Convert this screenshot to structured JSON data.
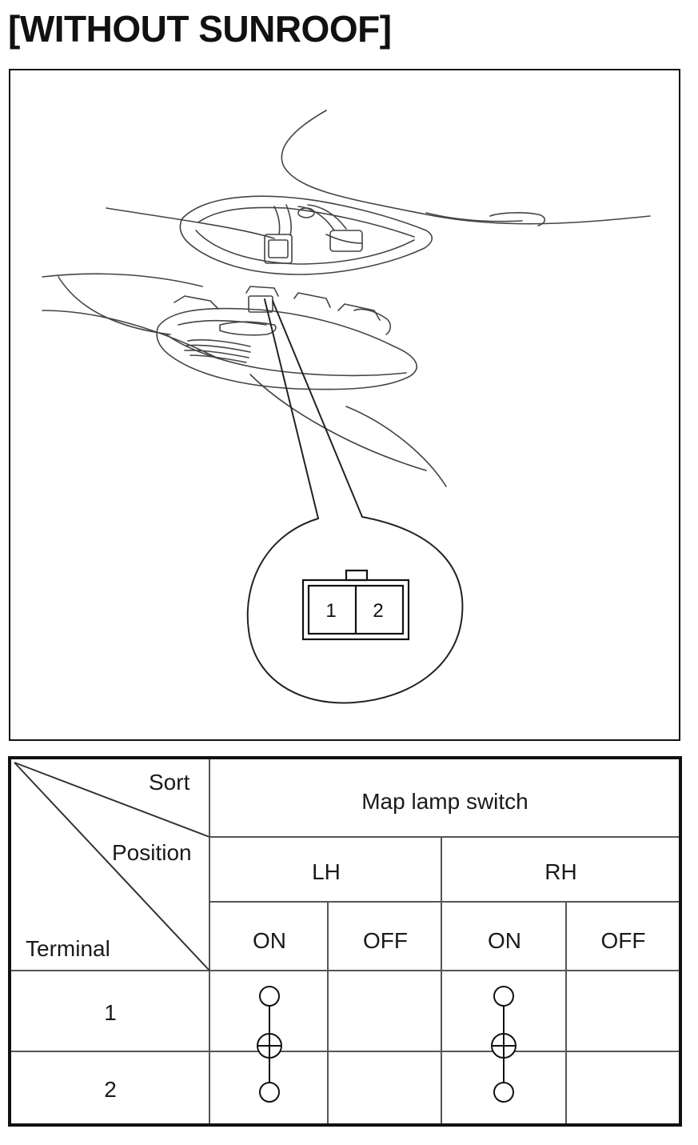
{
  "title": "[WITHOUT SUNROOF]",
  "connector": {
    "pins": [
      "1",
      "2"
    ]
  },
  "table": {
    "corner": {
      "sort": "Sort",
      "position": "Position",
      "terminal": "Terminal"
    },
    "header": "Map lamp switch",
    "groups": [
      {
        "label": "LH",
        "states": [
          "ON",
          "OFF"
        ]
      },
      {
        "label": "RH",
        "states": [
          "ON",
          "OFF"
        ]
      }
    ],
    "terminals": [
      "1",
      "2"
    ],
    "continuity": [
      {
        "group": "LH",
        "state": "ON",
        "terminals": [
          "1",
          "2"
        ],
        "symbol": "lamp"
      },
      {
        "group": "RH",
        "state": "ON",
        "terminals": [
          "1",
          "2"
        ],
        "symbol": "lamp"
      }
    ]
  }
}
